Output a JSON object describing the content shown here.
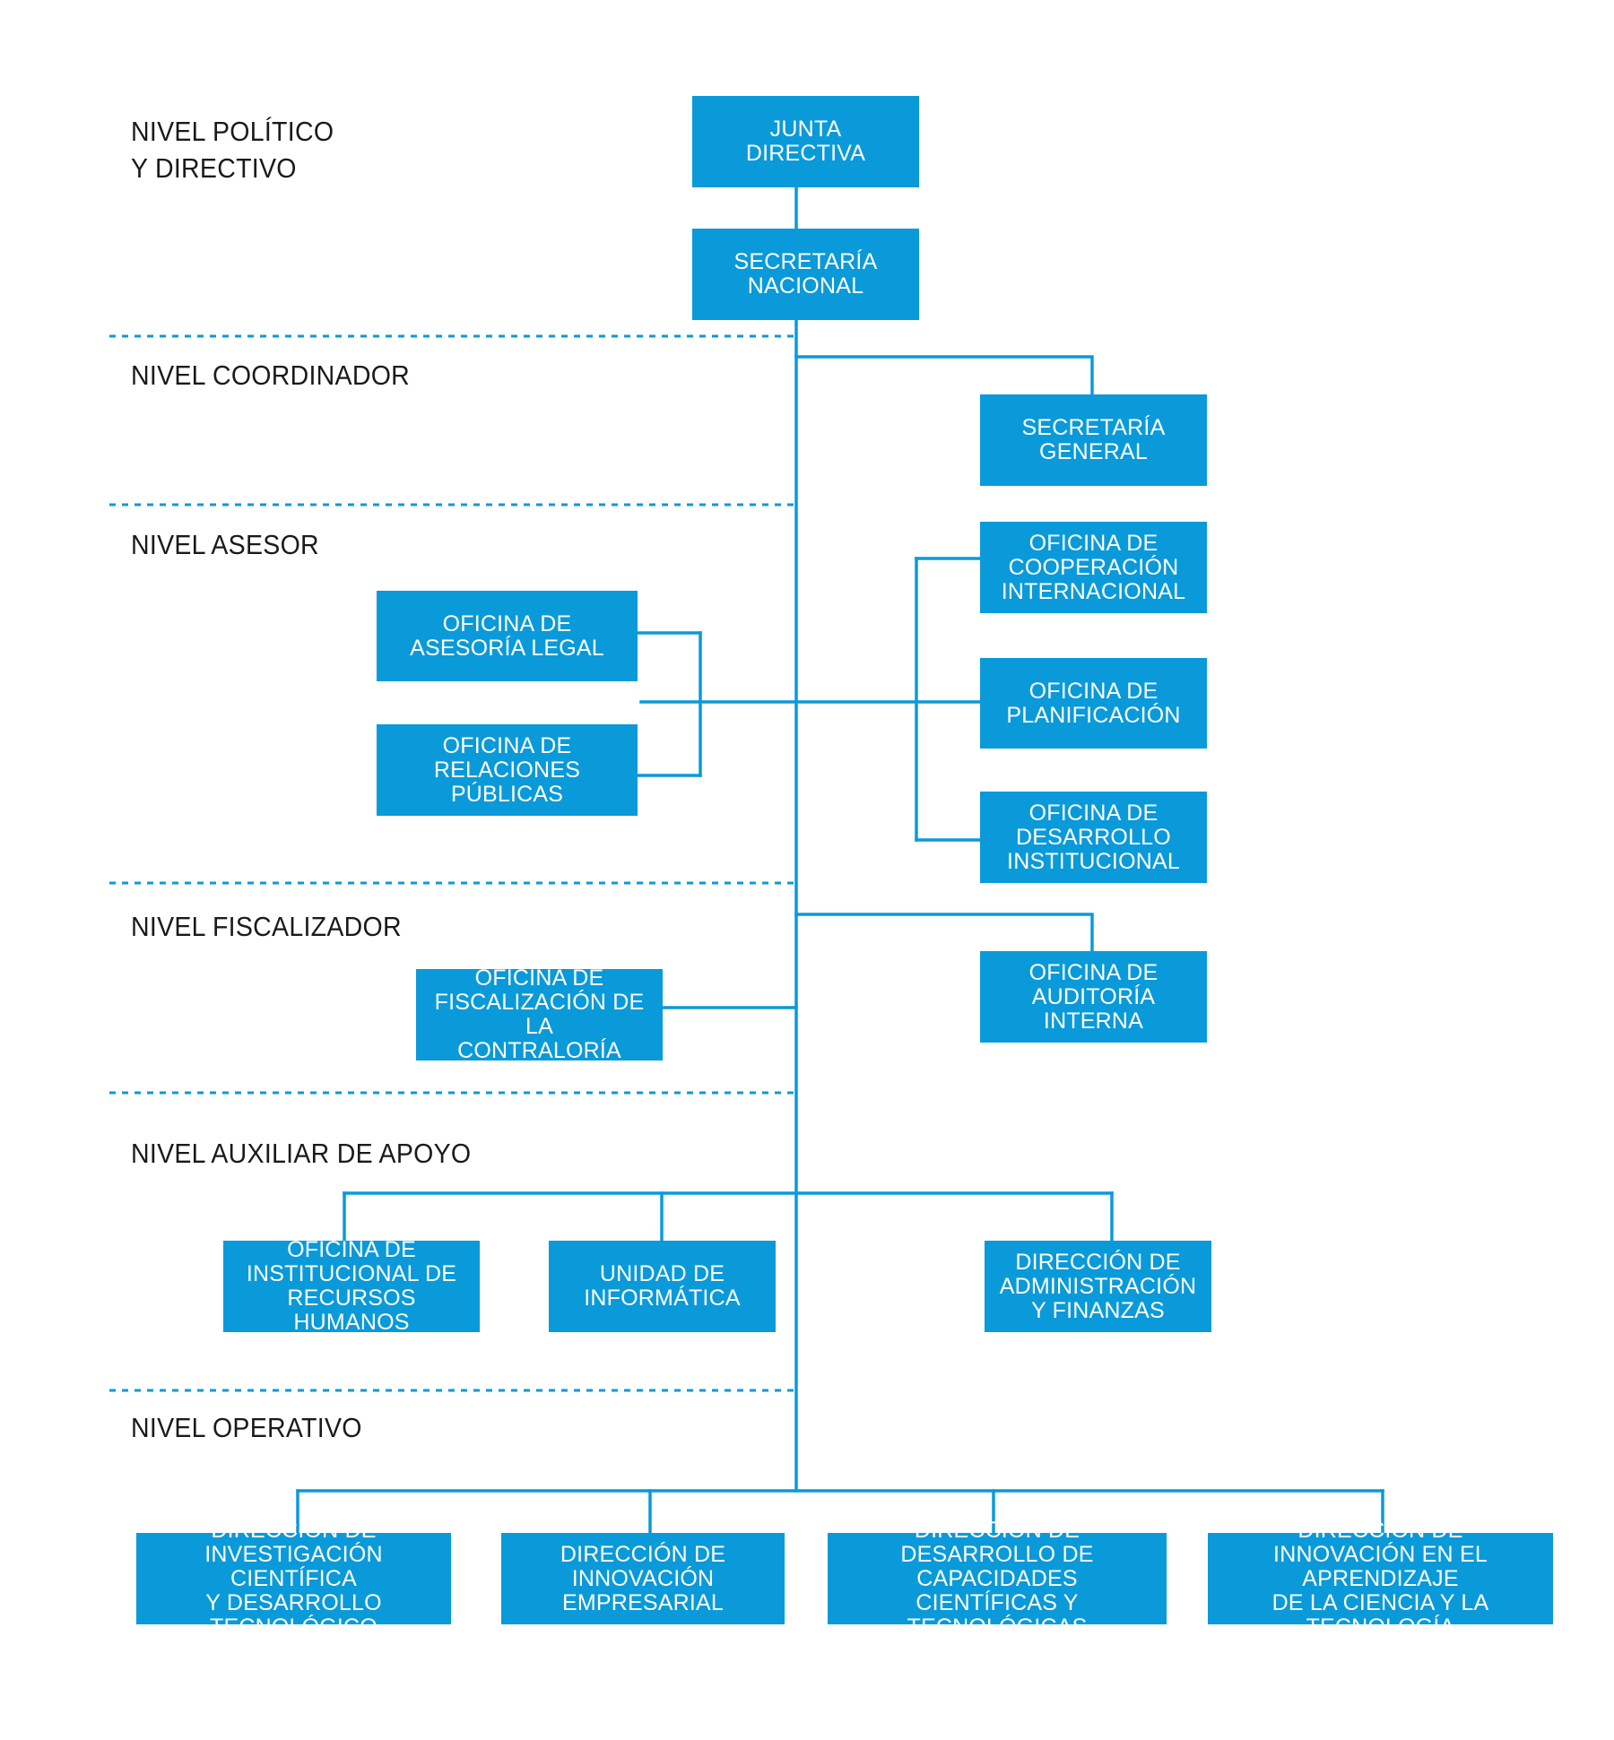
{
  "colors": {
    "box_fill": "#0a9ad9",
    "box_text": "#ffffff",
    "label_text": "#1a1a1a",
    "lines": "#0a9ad9"
  },
  "levels": {
    "politico": "NIVEL POLÍTICO\nY DIRECTIVO",
    "coordinador": "NIVEL COORDINADOR",
    "asesor": "NIVEL ASESOR",
    "fiscalizador": "NIVEL FISCALIZADOR",
    "auxiliar": "NIVEL AUXILIAR DE APOYO",
    "operativo": "NIVEL OPERATIVO"
  },
  "units": {
    "junta_directiva": "JUNTA\nDIRECTIVA",
    "secretaria_nacional": "SECRETARÍA\nNACIONAL",
    "secretaria_general": "SECRETARÍA\nGENERAL",
    "cooperacion_internacional": "OFICINA DE\nCOOPERACIÓN\nINTERNACIONAL",
    "asesoria_legal": "OFICINA DE\nASESORÍA LEGAL",
    "planificacion": "OFICINA DE\nPLANIFICACIÓN",
    "relaciones_publicas": "OFICINA DE\nRELACIONES PÚBLICAS",
    "desarrollo_institucional": "OFICINA DE\nDESARROLLO\nINSTITUCIONAL",
    "auditoria_interna": "OFICINA DE\nAUDITORÍA INTERNA",
    "fiscalizacion_contraloria": "OFICINA DE\nFISCALIZACIÓN DE LA\nCONTRALORÍA",
    "recursos_humanos": "OFICINA DE\nINSTITUCIONAL DE\nRECURSOS HUMANOS",
    "informatica": "UNIDAD DE\nINFORMÁTICA",
    "administracion_finanzas": "DIRECCIÓN DE\nADMINISTRACIÓN\nY FINANZAS",
    "investigacion_cientifica": "DIRECCIÓN DE\nINVESTIGACIÓN CIENTÍFICA\nY DESARROLLO TECNOLÓGICO",
    "innovacion_empresarial": "DIRECCIÓN DE\nINNOVACIÓN EMPRESARIAL",
    "capacidades_cientificas": "DIRECCIÓN DE\nDESARROLLO DE CAPACIDADES\nCIENTÍFICAS Y TECNOLÓGICAS",
    "innovacion_aprendizaje": "DIRECCIÓN DE\nINNOVACIÓN EN EL APRENDIZAJE\nDE LA CIENCIA Y LA TECNOLOGÍA"
  }
}
